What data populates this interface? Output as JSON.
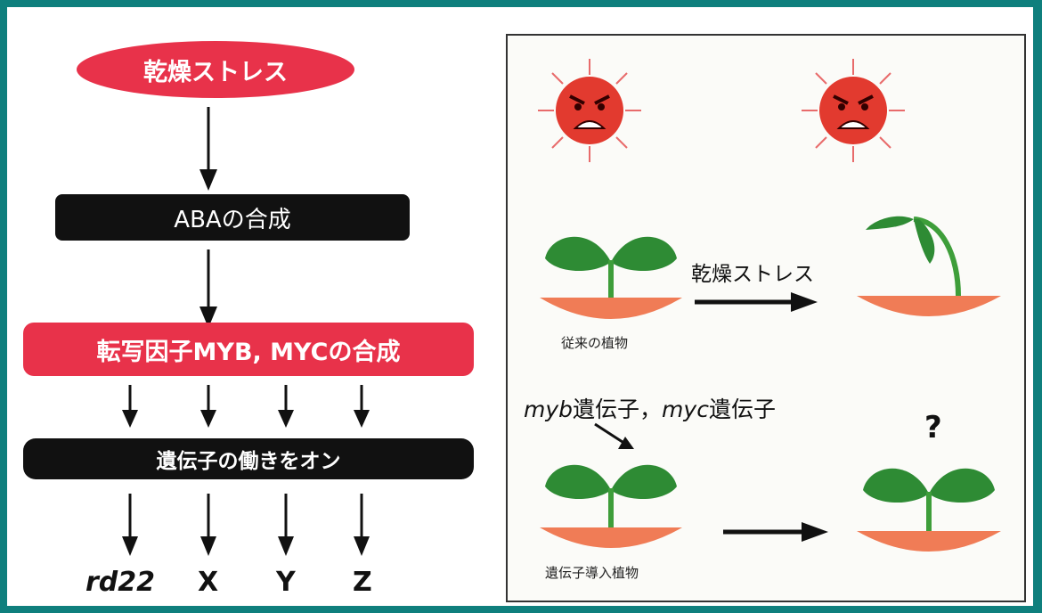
{
  "left_flow": {
    "drought_stress": "乾燥ストレス",
    "aba_synthesis": "ABAの合成",
    "tf_synthesis": "転写因子MYB, MYCの合成",
    "gene_on": "遺伝子の働きをオン",
    "targets": [
      "rd22",
      "X",
      "Y",
      "Z"
    ]
  },
  "right_panel": {
    "drought_label": "乾燥ストレス",
    "conventional_plant": "従来の植物",
    "genes_label_myb": "myb",
    "genes_label_mid": "遺伝子，",
    "genes_label_myc": "myc",
    "genes_label_end": "遺伝子",
    "transgenic_plant": "遺伝子導入植物",
    "question": "?"
  },
  "colors": {
    "frame": "#0f7f7d",
    "red": "#e8324a",
    "black": "#111111",
    "leaf": "#2e8b34",
    "pot": "#f07c56",
    "sun": "#e23a2f"
  }
}
